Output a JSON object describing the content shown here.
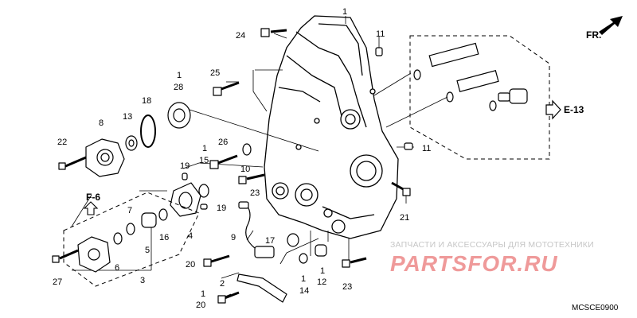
{
  "diagram": {
    "direction_label": "FR.",
    "refs": {
      "e13": "E-13",
      "f6": "F-6"
    },
    "diagram_code": "MCSCE0900",
    "callouts": [
      "1",
      "24",
      "11",
      "25",
      "1",
      "28",
      "18",
      "13",
      "8",
      "22",
      "26",
      "1",
      "15",
      "10",
      "19",
      "11",
      "23",
      "19",
      "21",
      "7",
      "16",
      "6",
      "5",
      "4",
      "3",
      "27",
      "9",
      "17",
      "20",
      "1",
      "12",
      "14",
      "23",
      "2",
      "1",
      "20",
      "1"
    ]
  },
  "watermark": {
    "subtitle": "ЗАПЧАСТИ И АКСЕССУАРЫ ДЛЯ МОТОТЕХНИКИ",
    "logo": "PARTSFOR.RU"
  }
}
